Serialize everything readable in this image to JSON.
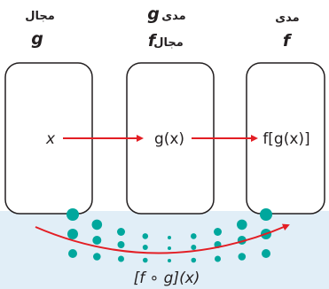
{
  "colors": {
    "background_band": "#e1eef7",
    "box_fill": "#ffffff",
    "box_stroke": "#231f20",
    "arrow_red": "#e31e24",
    "dots_teal": "#00a79d"
  },
  "headers": {
    "left": {
      "ar": "مجال",
      "var": "g"
    },
    "middle": {
      "ar_top": "مدى",
      "var_top": "g",
      "ar_bottom": "مجال",
      "var_bottom": "f"
    },
    "right": {
      "ar": "مدى",
      "var": "f"
    }
  },
  "boxes": {
    "left": {
      "content": "x"
    },
    "middle": {
      "content": "g(x)"
    },
    "right": {
      "content": "f[g(x)]"
    }
  },
  "composition_label": "[f ∘ g](x)"
}
